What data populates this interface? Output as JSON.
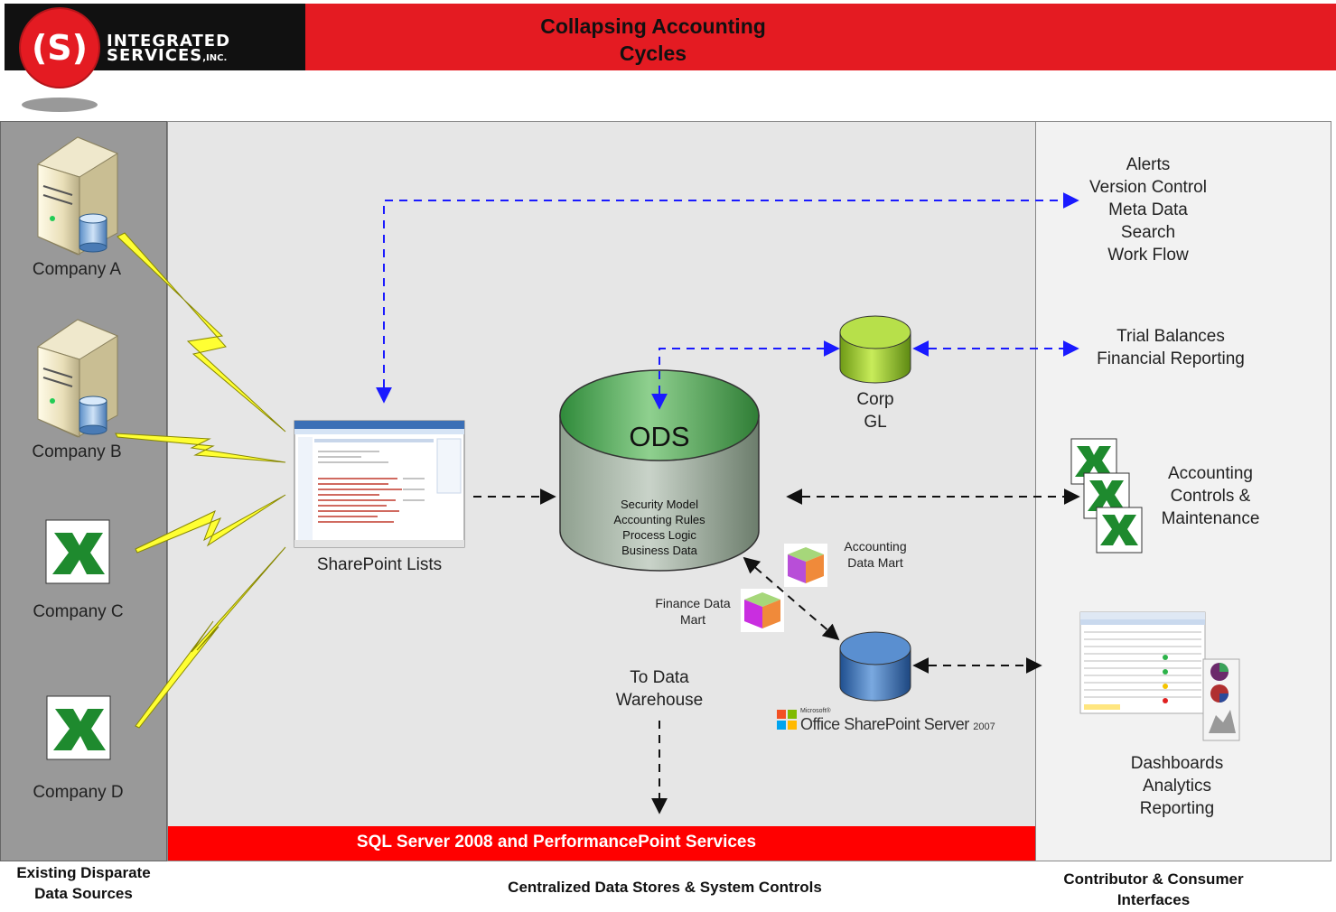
{
  "header": {
    "title_line1": "Collapsing Accounting",
    "title_line2": "Cycles",
    "logo_mark": "(S)",
    "logo_line1": "INTEGRATED",
    "logo_line2": "SERVICES",
    "logo_suffix": ",INC."
  },
  "sources": {
    "company_a": "Company A",
    "company_b": "Company B",
    "company_c": "Company C",
    "company_d": "Company D",
    "footer_line1": "Existing Disparate",
    "footer_line2": "Data Sources"
  },
  "center": {
    "sharepoint_lists": "SharePoint Lists",
    "ods": {
      "title": "ODS",
      "line1": "Security Model",
      "line2": "Accounting Rules",
      "line3": "Process Logic",
      "line4": "Business Data"
    },
    "corp_gl_line1": "Corp",
    "corp_gl_line2": "GL",
    "accounting_mart_line1": "Accounting",
    "accounting_mart_line2": "Data Mart",
    "finance_mart_line1": "Finance Data",
    "finance_mart_line2": "Mart",
    "to_dw_line1": "To Data",
    "to_dw_line2": "Warehouse",
    "moss_small": "Microsoft®",
    "moss_brand": "Office SharePoint Server",
    "moss_year": "2007",
    "sql_bar": "SQL Server 2008  and PerformancePoint Services",
    "footer": "Centralized Data Stores & System Controls"
  },
  "consumers": {
    "alerts": [
      "Alerts",
      "Version Control",
      "Meta Data",
      "Search",
      "Work Flow"
    ],
    "trial": [
      "Trial Balances",
      "Financial Reporting"
    ],
    "controls": [
      "Accounting",
      "Controls &",
      "Maintenance"
    ],
    "dashboards": [
      "Dashboards",
      "Analytics",
      "Reporting"
    ],
    "footer_line1": "Contributor & Consumer",
    "footer_line2": "Interfaces"
  },
  "colors": {
    "header_red": "#e41b22",
    "sql_red": "#ff0000",
    "blue_arrow": "#1a1aff",
    "lightning": "#ffff33",
    "ods_green": "#5fb35f",
    "gl_green": "#a8d63a",
    "moss_blue": "#3a6fb5",
    "excel_green": "#1e8a2e"
  }
}
